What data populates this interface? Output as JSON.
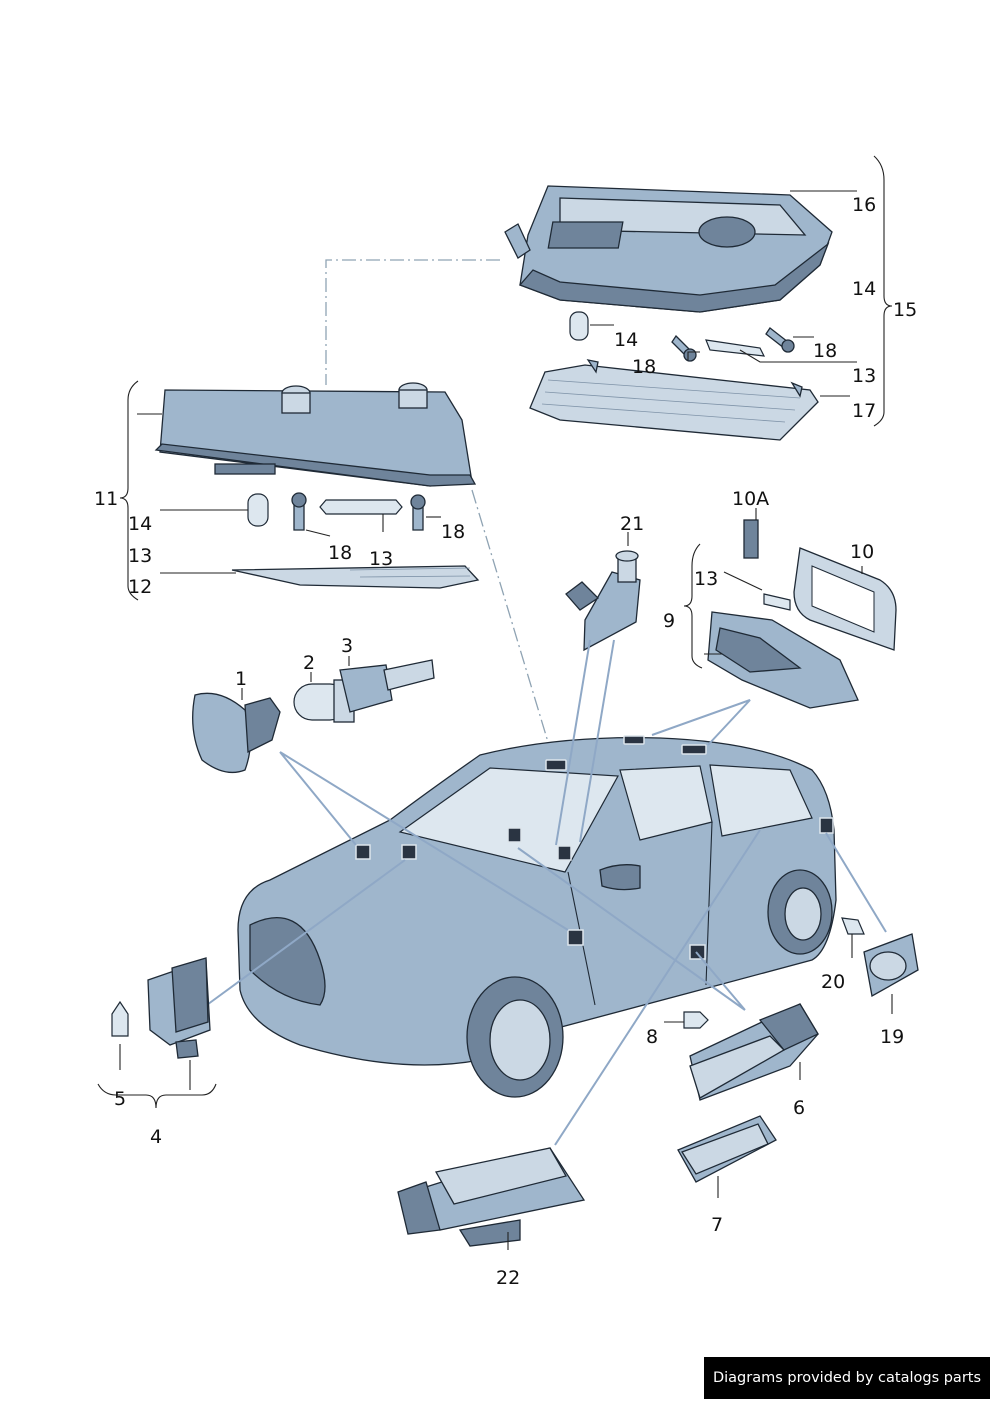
{
  "diagram": {
    "labels": {
      "l1": "1",
      "l2": "2",
      "l3": "3",
      "l4": "4",
      "l5": "5",
      "l6": "6",
      "l7": "7",
      "l8": "8",
      "l9": "9",
      "l10": "10",
      "l10a": "10A",
      "l11": "11",
      "l12": "12",
      "l13a": "13",
      "l13b": "13",
      "l13c": "13",
      "l13d": "13",
      "l14a": "14",
      "l14b": "14",
      "l14c": "14",
      "l15": "15",
      "l16": "16",
      "l17": "17",
      "l18a": "18",
      "l18b": "18",
      "l18c": "18",
      "l18d": "18",
      "l19": "19",
      "l20": "20",
      "l21": "21",
      "l22": "22"
    }
  },
  "credit": "Diagrams provided by catalogs parts",
  "colors": {
    "part_fill": "#9fb6cc",
    "part_dark": "#6f849b",
    "leader_blue": "#8fa8c6",
    "ink": "#1f2a36"
  }
}
